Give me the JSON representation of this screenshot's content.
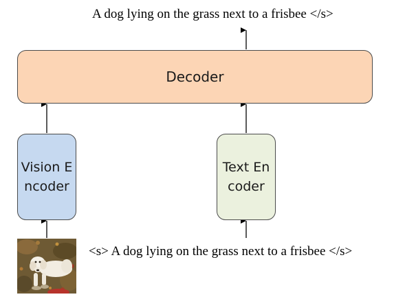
{
  "output_caption": "A dog lying on the grass next to a frisbee </s>",
  "input_caption": "<s> A dog lying on the grass next to a frisbee </s>",
  "decoder": {
    "label": "Decoder",
    "fill": "#fcd5b5"
  },
  "vision_encoder": {
    "label": "Vision Encoder",
    "fill": "#c6d9f0"
  },
  "text_encoder": {
    "label": "Text Encoder",
    "fill": "#ebf1de"
  }
}
